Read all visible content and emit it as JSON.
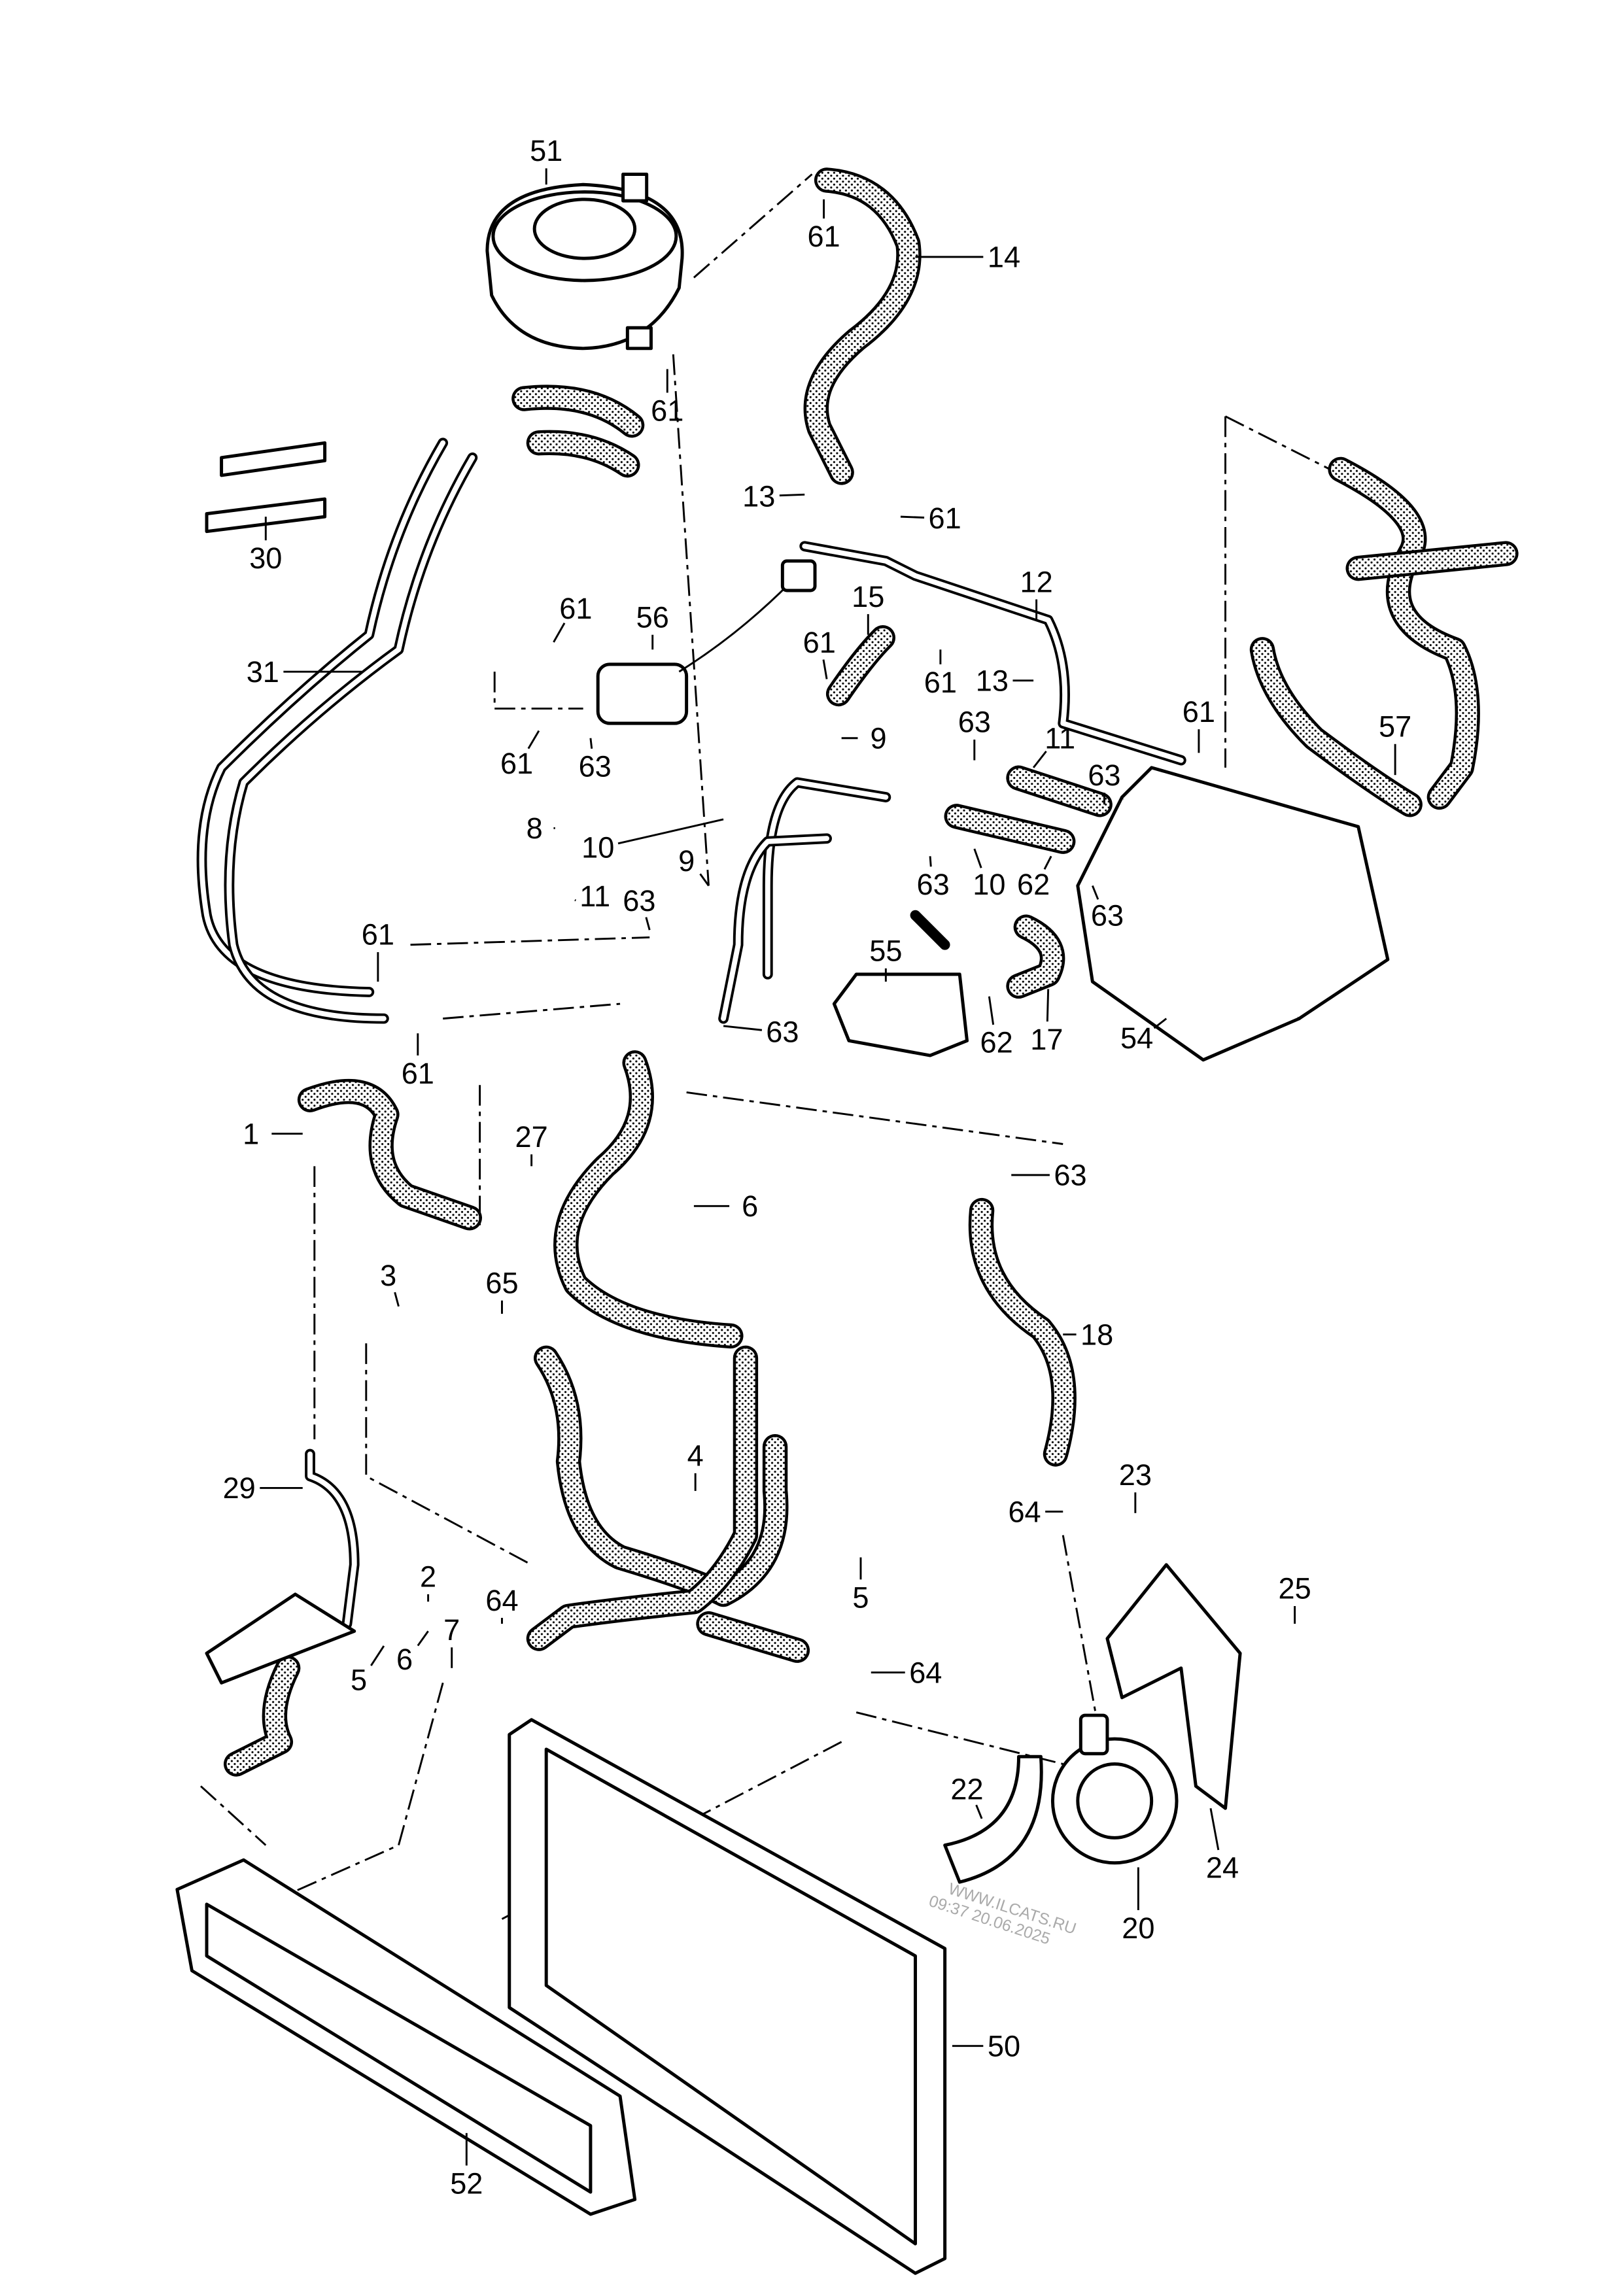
{
  "diagram": {
    "callouts": [
      "51",
      "61",
      "14",
      "61",
      "30",
      "13",
      "61",
      "12",
      "15",
      "61",
      "56",
      "61",
      "61",
      "13",
      "31",
      "9",
      "63",
      "11",
      "63",
      "61",
      "57",
      "61",
      "63",
      "8",
      "10",
      "11",
      "9",
      "63",
      "63",
      "10",
      "62",
      "63",
      "61",
      "55",
      "62",
      "17",
      "54",
      "63",
      "61",
      "1",
      "27",
      "6",
      "63",
      "3",
      "65",
      "18",
      "29",
      "4",
      "23",
      "64",
      "5",
      "2",
      "64",
      "25",
      "7",
      "6",
      "5",
      "64",
      "24",
      "22",
      "20",
      "50",
      "52"
    ],
    "watermark": {
      "site": "WWW.ILCATS.RU",
      "timestamp": "09:37 20.06.2025"
    }
  }
}
